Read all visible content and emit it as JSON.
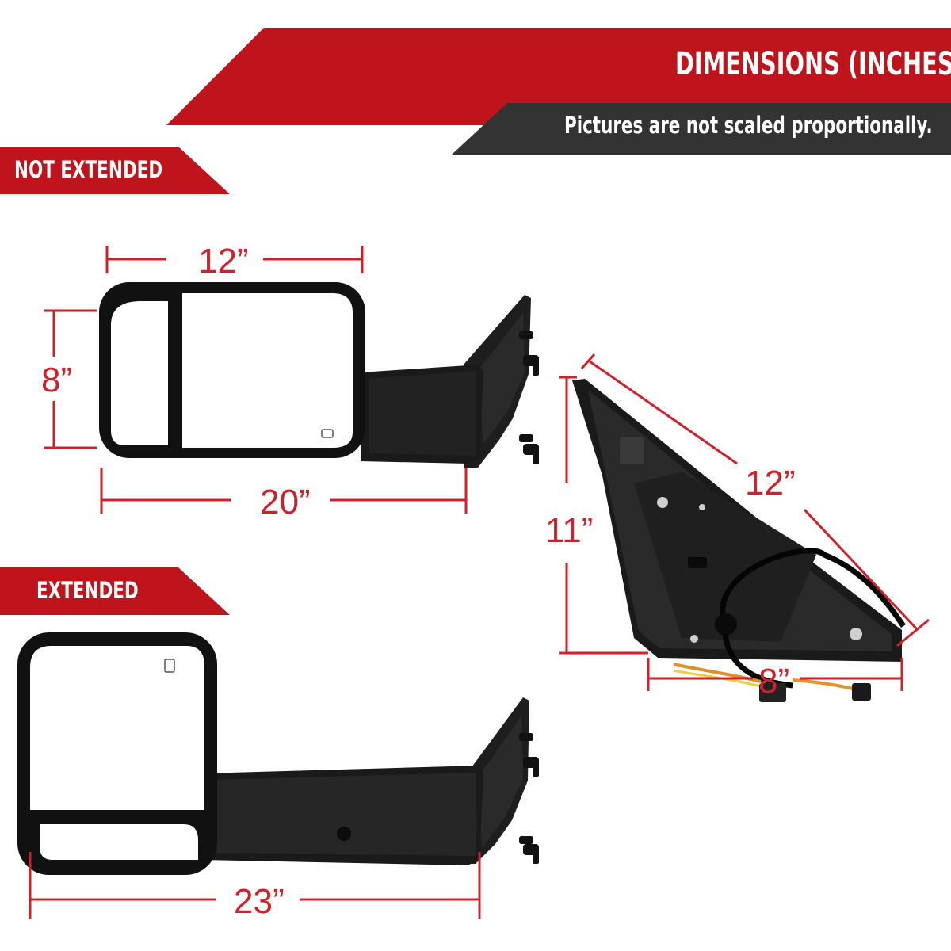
{
  "header": {
    "title": "DIMENSIONS (INCHES)",
    "subtitle": "Pictures are not scaled proportionally."
  },
  "sections": {
    "not_extended_label": "NOT EXTENDED",
    "extended_label": "EXTENDED"
  },
  "dimensions": {
    "not_extended_width": "12”",
    "not_extended_height": "8”",
    "not_extended_length": "20”",
    "extended_length": "23”",
    "rear_height": "11”",
    "rear_diagonal": "12”",
    "rear_base": "8”"
  },
  "colors": {
    "banner_red": "#c0141c",
    "banner_dark": "#333333",
    "dimension_red": "#d0202a",
    "mirror_black": "#151515"
  },
  "icons": [
    "heated-mirror-icon"
  ]
}
